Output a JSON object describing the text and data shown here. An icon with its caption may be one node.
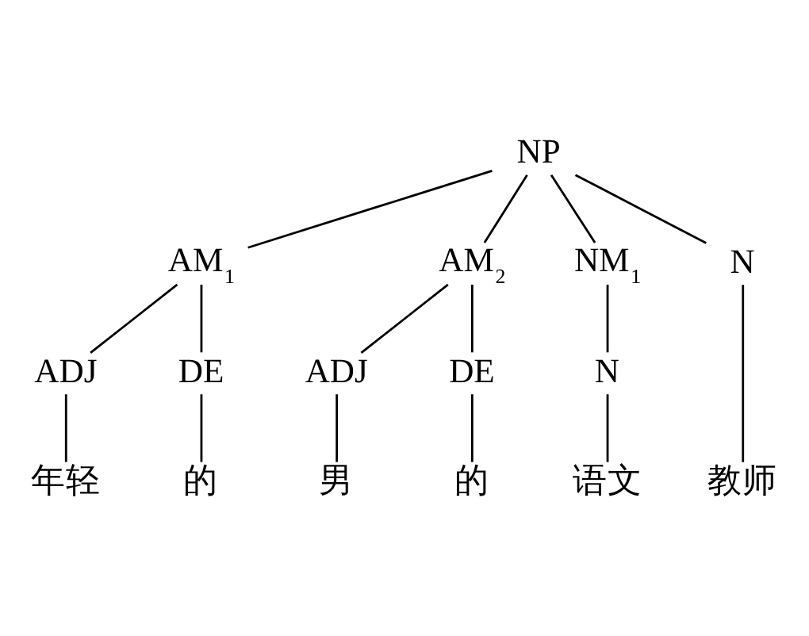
{
  "diagram": {
    "nodes": [
      {
        "text": [
          "NP"
        ]
      },
      {
        "text": [
          "AM$_{1}$"
        ]
      },
      {
        "text": [
          "AM$_{2}$"
        ]
      },
      {
        "text": [
          "NM$_{1}$"
        ]
      },
      {
        "text": [
          "N"
        ]
      },
      {
        "text": [
          "ADJ"
        ]
      },
      {
        "text": [
          "DE"
        ]
      },
      {
        "text": [
          "ADJ"
        ]
      },
      {
        "text": [
          "DE"
        ]
      },
      {
        "text": [
          "N"
        ]
      },
      {
        "text": [
          "年轻"
        ]
      },
      {
        "text": [
          "的"
        ]
      },
      {
        "text": [
          "男"
        ]
      },
      {
        "text": [
          "的"
        ]
      },
      {
        "text": [
          "语文"
        ]
      },
      {
        "text": [
          "教师"
        ]
      }
    ],
    "edges": [
      {
        "from": 0,
        "to": 1,
        "arrow": "none"
      },
      {
        "from": 0,
        "to": 2,
        "arrow": "none"
      },
      {
        "from": 0,
        "to": 3,
        "arrow": "none"
      },
      {
        "from": 0,
        "to": 4,
        "arrow": "none"
      },
      {
        "from": 1,
        "to": 5,
        "arrow": "none"
      },
      {
        "from": 1,
        "to": 6,
        "arrow": "none"
      },
      {
        "from": 2,
        "to": 7,
        "arrow": "none"
      },
      {
        "from": 2,
        "to": 8,
        "arrow": "none"
      },
      {
        "from": 3,
        "to": 9,
        "arrow": "none"
      },
      {
        "from": 5,
        "to": 10,
        "arrow": "none"
      },
      {
        "from": 6,
        "to": 11,
        "arrow": "none"
      },
      {
        "from": 7,
        "to": 12,
        "arrow": "none"
      },
      {
        "from": 8,
        "to": 13,
        "arrow": "none"
      },
      {
        "from": 9,
        "to": 14,
        "arrow": "none"
      },
      {
        "from": 4,
        "to": 15,
        "arrow": "none"
      }
    ]
  }
}
